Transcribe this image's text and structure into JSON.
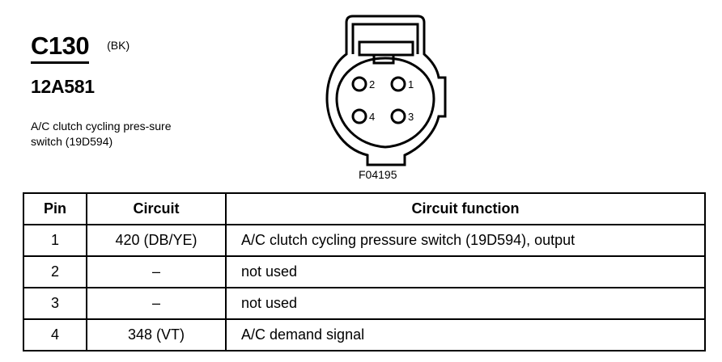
{
  "connector": {
    "id": "C130",
    "color": "(BK)",
    "part_number": "12A581",
    "description": "A/C clutch cycling pres-sure switch (19D594)",
    "figure_id": "F04195"
  },
  "diagram": {
    "pins": [
      {
        "num": "1",
        "label": "1"
      },
      {
        "num": "2",
        "label": "2"
      },
      {
        "num": "3",
        "label": "3"
      },
      {
        "num": "4",
        "label": "4"
      }
    ]
  },
  "table": {
    "headers": [
      "Pin",
      "Circuit",
      "Circuit function"
    ],
    "rows": [
      {
        "pin": "1",
        "circuit": "420 (DB/YE)",
        "function": "A/C clutch cycling pressure switch (19D594), output"
      },
      {
        "pin": "2",
        "circuit": "–",
        "function": "not used"
      },
      {
        "pin": "3",
        "circuit": "–",
        "function": "not used"
      },
      {
        "pin": "4",
        "circuit": "348 (VT)",
        "function": "A/C demand signal"
      }
    ]
  }
}
